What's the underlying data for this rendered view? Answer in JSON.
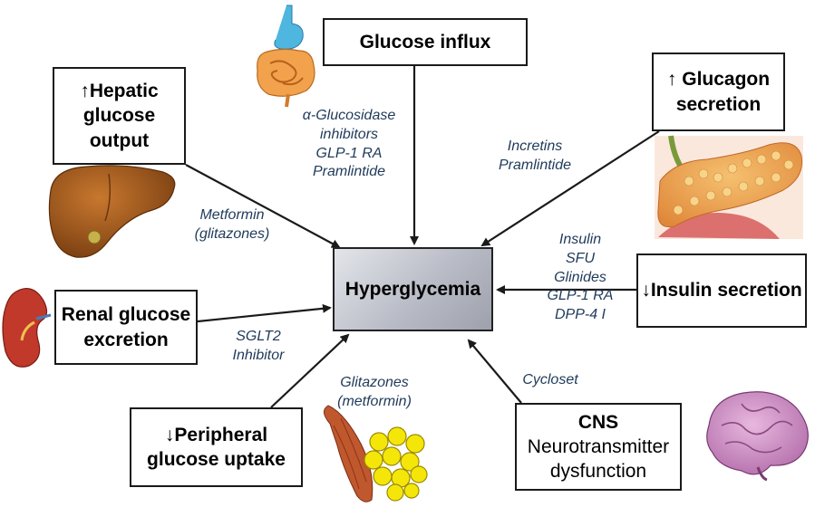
{
  "center": {
    "label": "Hyperglycemia"
  },
  "factors": {
    "glucose_influx": {
      "label": "Glucose influx"
    },
    "hepatic": {
      "lines": [
        "↑Hepatic",
        "glucose",
        "output"
      ]
    },
    "glucagon": {
      "lines": [
        "↑ Glucagon",
        "secretion"
      ]
    },
    "insulin_secretion": {
      "label": "↓Insulin secretion"
    },
    "renal": {
      "lines": [
        "Renal glucose",
        "excretion"
      ]
    },
    "peripheral": {
      "lines": [
        "↓Peripheral",
        "glucose uptake"
      ]
    },
    "cns": {
      "title": "CNS",
      "lines": [
        "Neurotransmitter",
        "dysfunction"
      ]
    }
  },
  "drugs": {
    "glucose_influx": [
      "α-Glucosidase",
      "inhibitors",
      "GLP-1 RA",
      "Pramlintide"
    ],
    "hepatic": [
      "Metformin",
      "(glitazones)"
    ],
    "glucagon": [
      "Incretins",
      "Pramlintide"
    ],
    "insulin_secretion": [
      "Insulin",
      "SFU",
      "Glinides",
      "GLP-1 RA",
      "DPP-4 I"
    ],
    "renal": [
      "SGLT2",
      "Inhibitor"
    ],
    "peripheral": [
      "Glitazones",
      "(metformin)"
    ],
    "cns": [
      "Cycloset"
    ]
  },
  "icons": {
    "gut": "digestive-tract-icon",
    "liver": "liver-icon",
    "pancreas": "pancreas-icon",
    "kidney": "kidney-icon",
    "muscle": "muscle-icon",
    "fat": "adipose-tissue-icon",
    "brain": "brain-icon"
  }
}
